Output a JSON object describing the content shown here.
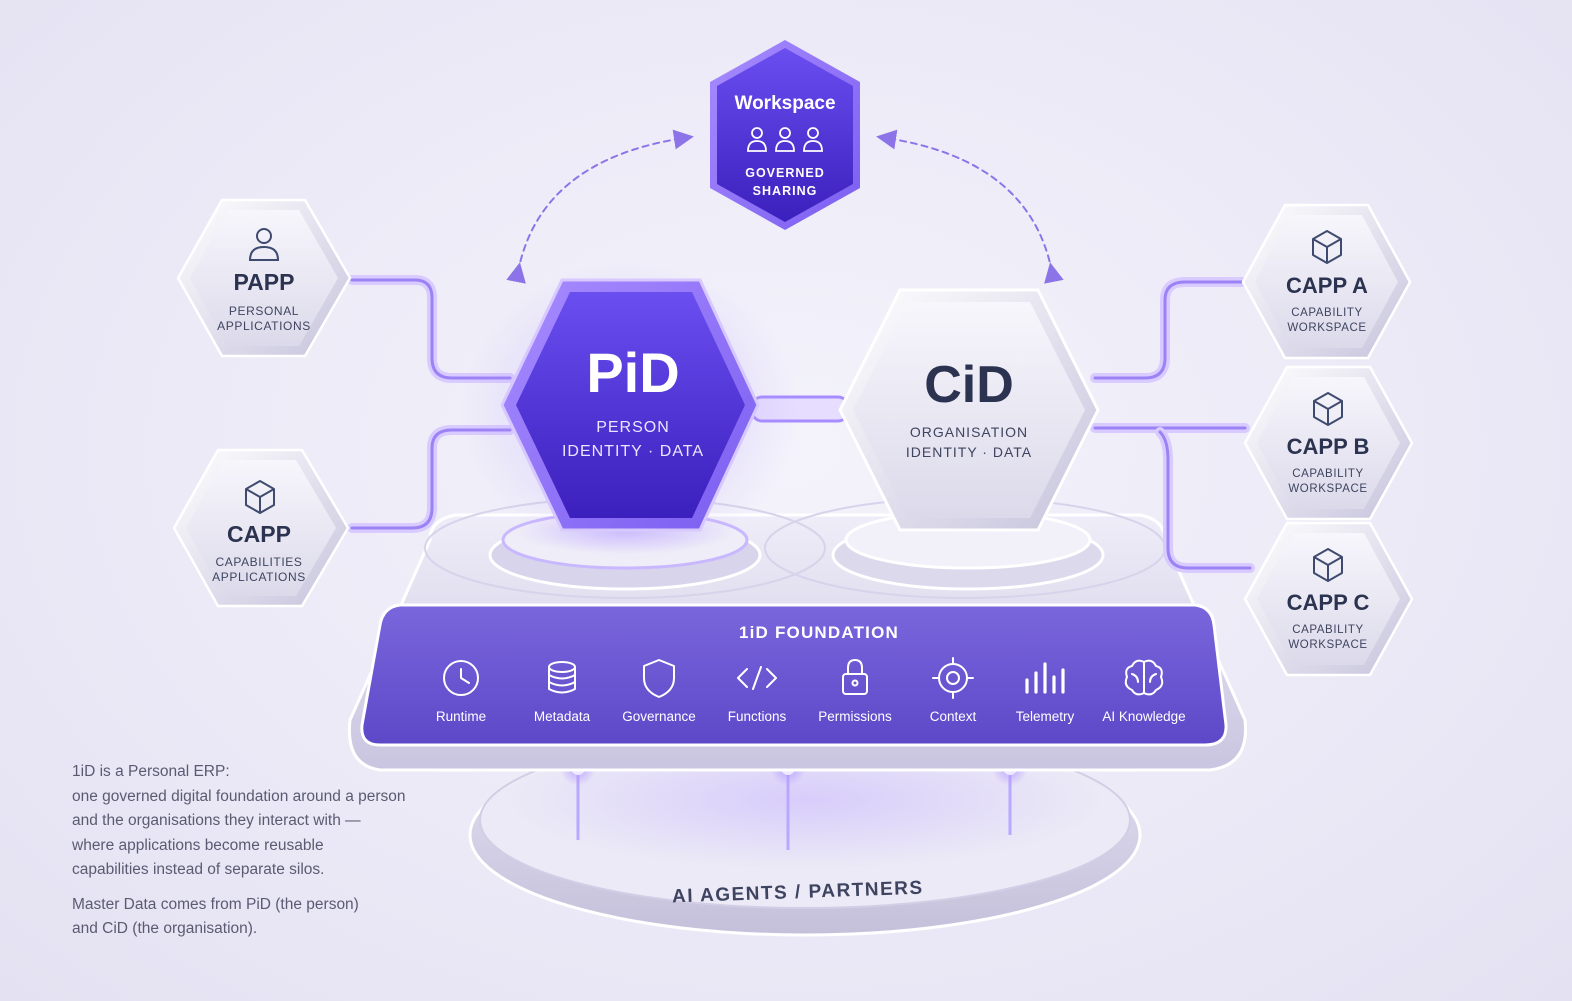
{
  "workspace": {
    "title": "Workspace",
    "subtitle_line1": "GOVERNED",
    "subtitle_line2": "SHARING"
  },
  "pid": {
    "title": "PiD",
    "line1": "PERSON",
    "line2": "IDENTITY · DATA"
  },
  "cid": {
    "title": "CiD",
    "line1": "ORGANISATION",
    "line2": "IDENTITY · DATA"
  },
  "papp": {
    "title": "PAPP",
    "line1": "PERSONAL",
    "line2": "APPLICATIONS"
  },
  "capp": {
    "title": "CAPP",
    "line1": "CAPABILITIES",
    "line2": "APPLICATIONS"
  },
  "capp_a": {
    "title": "CAPP A",
    "line1": "CAPABILITY",
    "line2": "WORKSPACE"
  },
  "capp_b": {
    "title": "CAPP B",
    "line1": "CAPABILITY",
    "line2": "WORKSPACE"
  },
  "capp_c": {
    "title": "CAPP C",
    "line1": "CAPABILITY",
    "line2": "WORKSPACE"
  },
  "foundation": {
    "title": "1iD FOUNDATION",
    "items": [
      {
        "label": "Runtime",
        "icon": "clock-icon"
      },
      {
        "label": "Metadata",
        "icon": "database-icon"
      },
      {
        "label": "Governance",
        "icon": "shield-icon"
      },
      {
        "label": "Functions",
        "icon": "code-icon"
      },
      {
        "label": "Permissions",
        "icon": "lock-icon"
      },
      {
        "label": "Context",
        "icon": "target-icon"
      },
      {
        "label": "Telemetry",
        "icon": "bar-chart-icon"
      },
      {
        "label": "AI Knowledge",
        "icon": "brain-icon"
      }
    ]
  },
  "base": {
    "label": "AI AGENTS / PARTNERS"
  },
  "caption": {
    "p1_l1": "1iD is a Personal ERP:",
    "p1_l2": "one governed digital foundation around a person",
    "p1_l3": "and the organisations they interact with —",
    "p1_l4": "where applications become reusable",
    "p1_l5": "capabilities instead of separate silos.",
    "p2_l1": "Master Data comes from PiD (the person)",
    "p2_l2": "and CiD (the organisation)."
  },
  "colors": {
    "accent": "#5a3fd6",
    "accent_dark": "#3a22b8",
    "ink": "#2c3350",
    "panel": "#6c5ad2"
  }
}
